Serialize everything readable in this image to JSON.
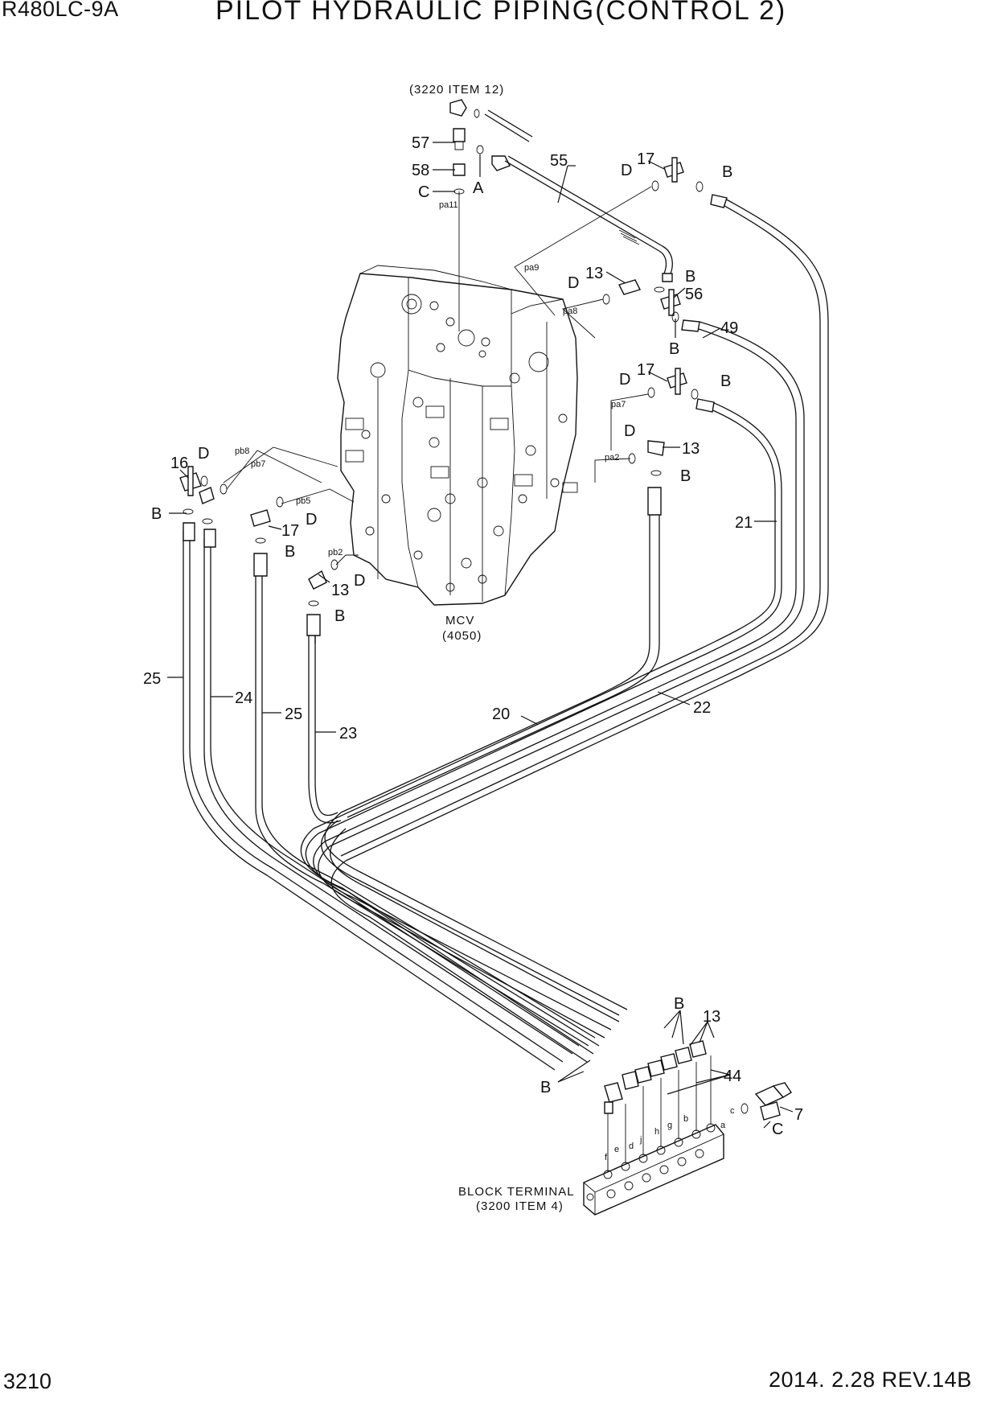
{
  "header": {
    "model": "R480LC-9A",
    "title": "PILOT HYDRAULIC PIPING(CONTROL 2)"
  },
  "footer": {
    "page_number": "3210",
    "revision": "2014. 2.28  REV.14B"
  },
  "references": {
    "top_ref": "(3220 ITEM 12)",
    "mcv_name": "MCV",
    "mcv_ref": "(4050)",
    "block_name": "BLOCK TERMINAL",
    "block_ref": "(3200 ITEM 4)"
  },
  "callouts": {
    "c57": "57",
    "c58": "58",
    "cC1": "C",
    "cA": "A",
    "c55": "55",
    "c17a": "17",
    "cDa": "D",
    "cBa": "B",
    "c13a": "13",
    "cDb": "D",
    "cBb": "B",
    "c56": "56",
    "cBc": "B",
    "c49": "49",
    "c17b": "17",
    "cDc": "D",
    "cBd": "B",
    "cDd": "D",
    "c13b": "13",
    "cBe": "B",
    "c21": "21",
    "c22": "22",
    "c20": "20",
    "c16": "16",
    "cDe": "D",
    "cBf": "B",
    "c17c": "17",
    "cDf": "D",
    "cBg": "B",
    "c13c": "13",
    "cDg": "D",
    "cBh": "B",
    "c25a": "25",
    "c24": "24",
    "c25b": "25",
    "c23": "23",
    "cBi": "B",
    "c13d": "13",
    "c44": "44",
    "cBj": "B",
    "c7": "7",
    "cC2": "C"
  },
  "port_labels": {
    "pa11": "pa11",
    "pa9": "pa9",
    "pa8": "pa8",
    "pa7": "pa7",
    "pa2": "pa2",
    "pb8": "pb8",
    "pb7": "pb7",
    "pb5": "pb5",
    "pb2": "pb2",
    "a": "a",
    "b": "b",
    "c": "c",
    "d": "d",
    "e": "e",
    "f": "f",
    "g": "g",
    "h": "h",
    "j": "j"
  },
  "icons": [
    "mcv-valve-icon",
    "block-terminal-icon",
    "tee-fitting-icon",
    "elbow-fitting-icon",
    "o-ring-icon",
    "pressure-switch-icon",
    "hose-icon"
  ]
}
